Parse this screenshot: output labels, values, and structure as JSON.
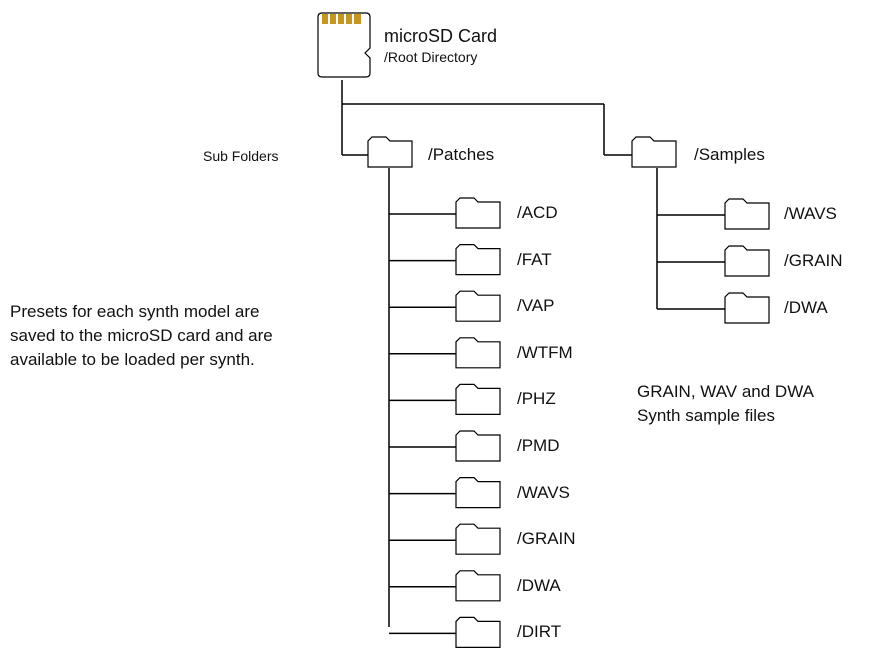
{
  "card": {
    "title": "microSD Card",
    "subtitle": "/Root Directory",
    "gold_color": "#C8961E",
    "icon": "microsd-card-icon"
  },
  "subfolders_label": "Sub Folders",
  "patches": {
    "label": "/Patches",
    "children": [
      "/ACD",
      "/FAT",
      "/VAP",
      "/WTFM",
      "/PHZ",
      "/PMD",
      "/WAVS",
      "/GRAIN",
      "/DWA",
      "/DIRT"
    ]
  },
  "samples": {
    "label": "/Samples",
    "children": [
      "/WAVS",
      "/GRAIN",
      "/DWA"
    ]
  },
  "notes": {
    "patches": [
      "Presets for each synth model are",
      "saved to the microSD card and are",
      "available to be loaded per synth."
    ],
    "samples": [
      "GRAIN, WAV and DWA",
      "Synth sample files"
    ]
  }
}
